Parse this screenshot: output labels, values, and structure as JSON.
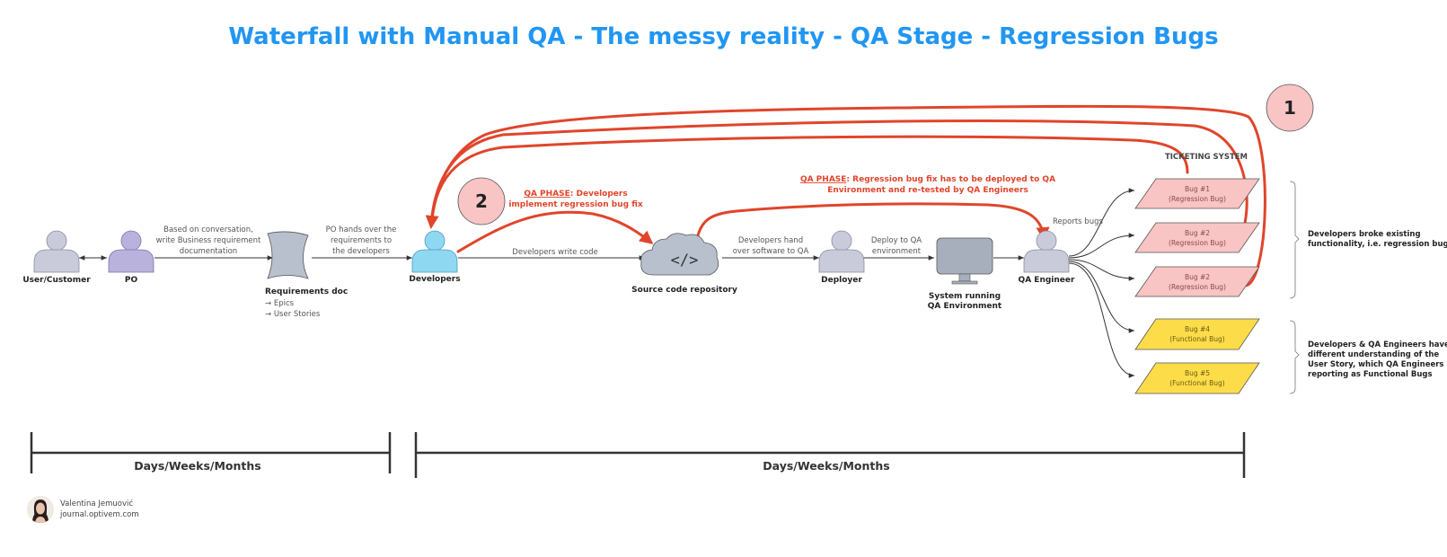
{
  "title": "Waterfall with Manual QA - The messy reality - QA Stage - Regression Bugs",
  "actors": {
    "customer": "User/Customer",
    "po": "PO",
    "requirements": "Requirements doc",
    "req_items": [
      "→ Epics",
      "→ User Stories"
    ],
    "developers": "Developers",
    "repo": "Source code repository",
    "deployer": "Deployer",
    "system_line1": "System running",
    "system_line2": "QA Environment",
    "qa": "QA Engineer"
  },
  "edge_labels": {
    "po_to_doc": [
      "Based on conversation,",
      "write Business requirement",
      "documentation"
    ],
    "doc_to_dev": [
      "PO hands over the",
      "requirements to",
      "the developers"
    ],
    "dev_to_repo": "Developers write code",
    "repo_to_deployer": [
      "Developers hand",
      "over software to QA"
    ],
    "deployer_to_system": [
      "Deploy to QA",
      "environment"
    ],
    "qa_reports": "Reports bugs"
  },
  "qa_phase_1": {
    "prefix": "QA PHASE",
    "line1_rest": ": Regression bug fix has to be deployed to QA",
    "line2": "Environment and re-tested by QA Engineers"
  },
  "qa_phase_2": {
    "prefix": "QA PHASE",
    "line1_rest": ": Developers",
    "line2": "implement regression bug fix"
  },
  "markers": {
    "one": "1",
    "two": "2"
  },
  "ticketing_system": "TICKETING SYSTEM",
  "bugs": [
    {
      "name": "Bug #1",
      "type": "(Regression Bug)"
    },
    {
      "name": "Bug #2",
      "type": "(Regression Bug)"
    },
    {
      "name": "Bug #2",
      "type": "(Regression Bug)"
    },
    {
      "name": "Bug #4",
      "type": "(Functional Bug)"
    },
    {
      "name": "Bug #5",
      "type": "(Functional Bug)"
    }
  ],
  "notes": {
    "regression": [
      "Developers broke existing",
      "functionality, i.e. regression bugs"
    ],
    "functional": [
      "Developers & QA Engineers have a",
      "different understanding of the",
      "User Story, which QA Engineers are",
      "reporting as Functional Bugs"
    ]
  },
  "timeline": {
    "left_label": "Days/Weeks/Months",
    "right_label": "Days/Weeks/Months"
  },
  "author": {
    "name": "Valentina Jemuović",
    "site": "journal.optivem.com"
  },
  "colors": {
    "title": "#2196F3",
    "accent_red": "#E0452B",
    "regression_bug_fill": "#F8C4C4",
    "functional_bug_fill": "#FDDC4A",
    "developer_fill": "#8ED8F2",
    "po_fill": "#B9B2DC",
    "person_fill": "#C9CBDA"
  }
}
